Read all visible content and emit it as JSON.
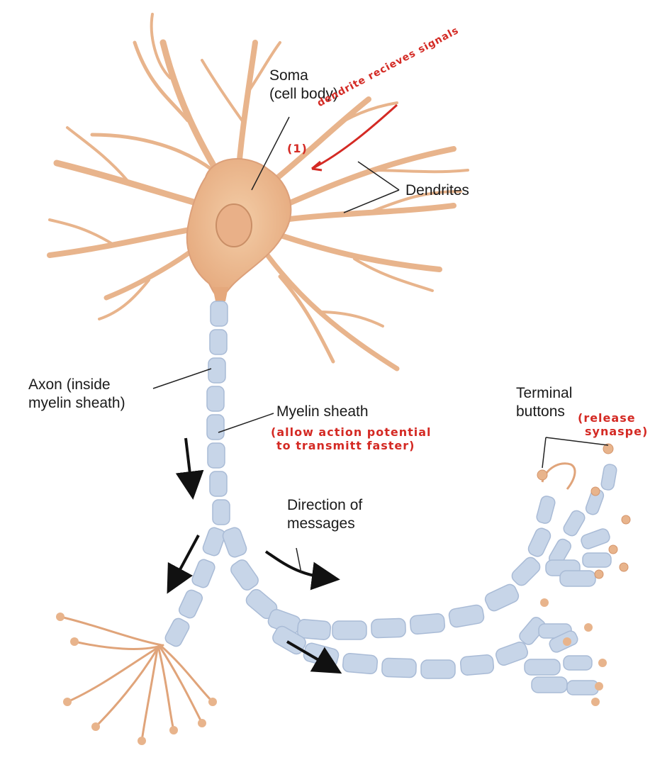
{
  "labels": {
    "soma_line1": "Soma",
    "soma_line2": "(cell body)",
    "dendrites": "Dendrites",
    "axon_line1": "Axon (inside",
    "axon_line2": "myelin sheath)",
    "myelin": "Myelin sheath",
    "terminal_line1": "Terminal",
    "terminal_line2": "buttons",
    "direction_line1": "Direction of",
    "direction_line2": "messages"
  },
  "handwritten_notes": {
    "dendrite_number": "(1)",
    "dendrite_note": "dendrite recieves signals",
    "myelin_note_line1": "(allow action potential",
    "myelin_note_line2": "to transmitt faster)",
    "terminal_note_line1": "(release",
    "terminal_note_line2": "synaspe)"
  },
  "colors": {
    "dendrite": "#e8b48c",
    "soma": "#eebd93",
    "myelin": "#c7d5e8",
    "myelin_outline": "#a9bbd6",
    "annotation_red": "#d42a24",
    "label_line": "#222222"
  }
}
